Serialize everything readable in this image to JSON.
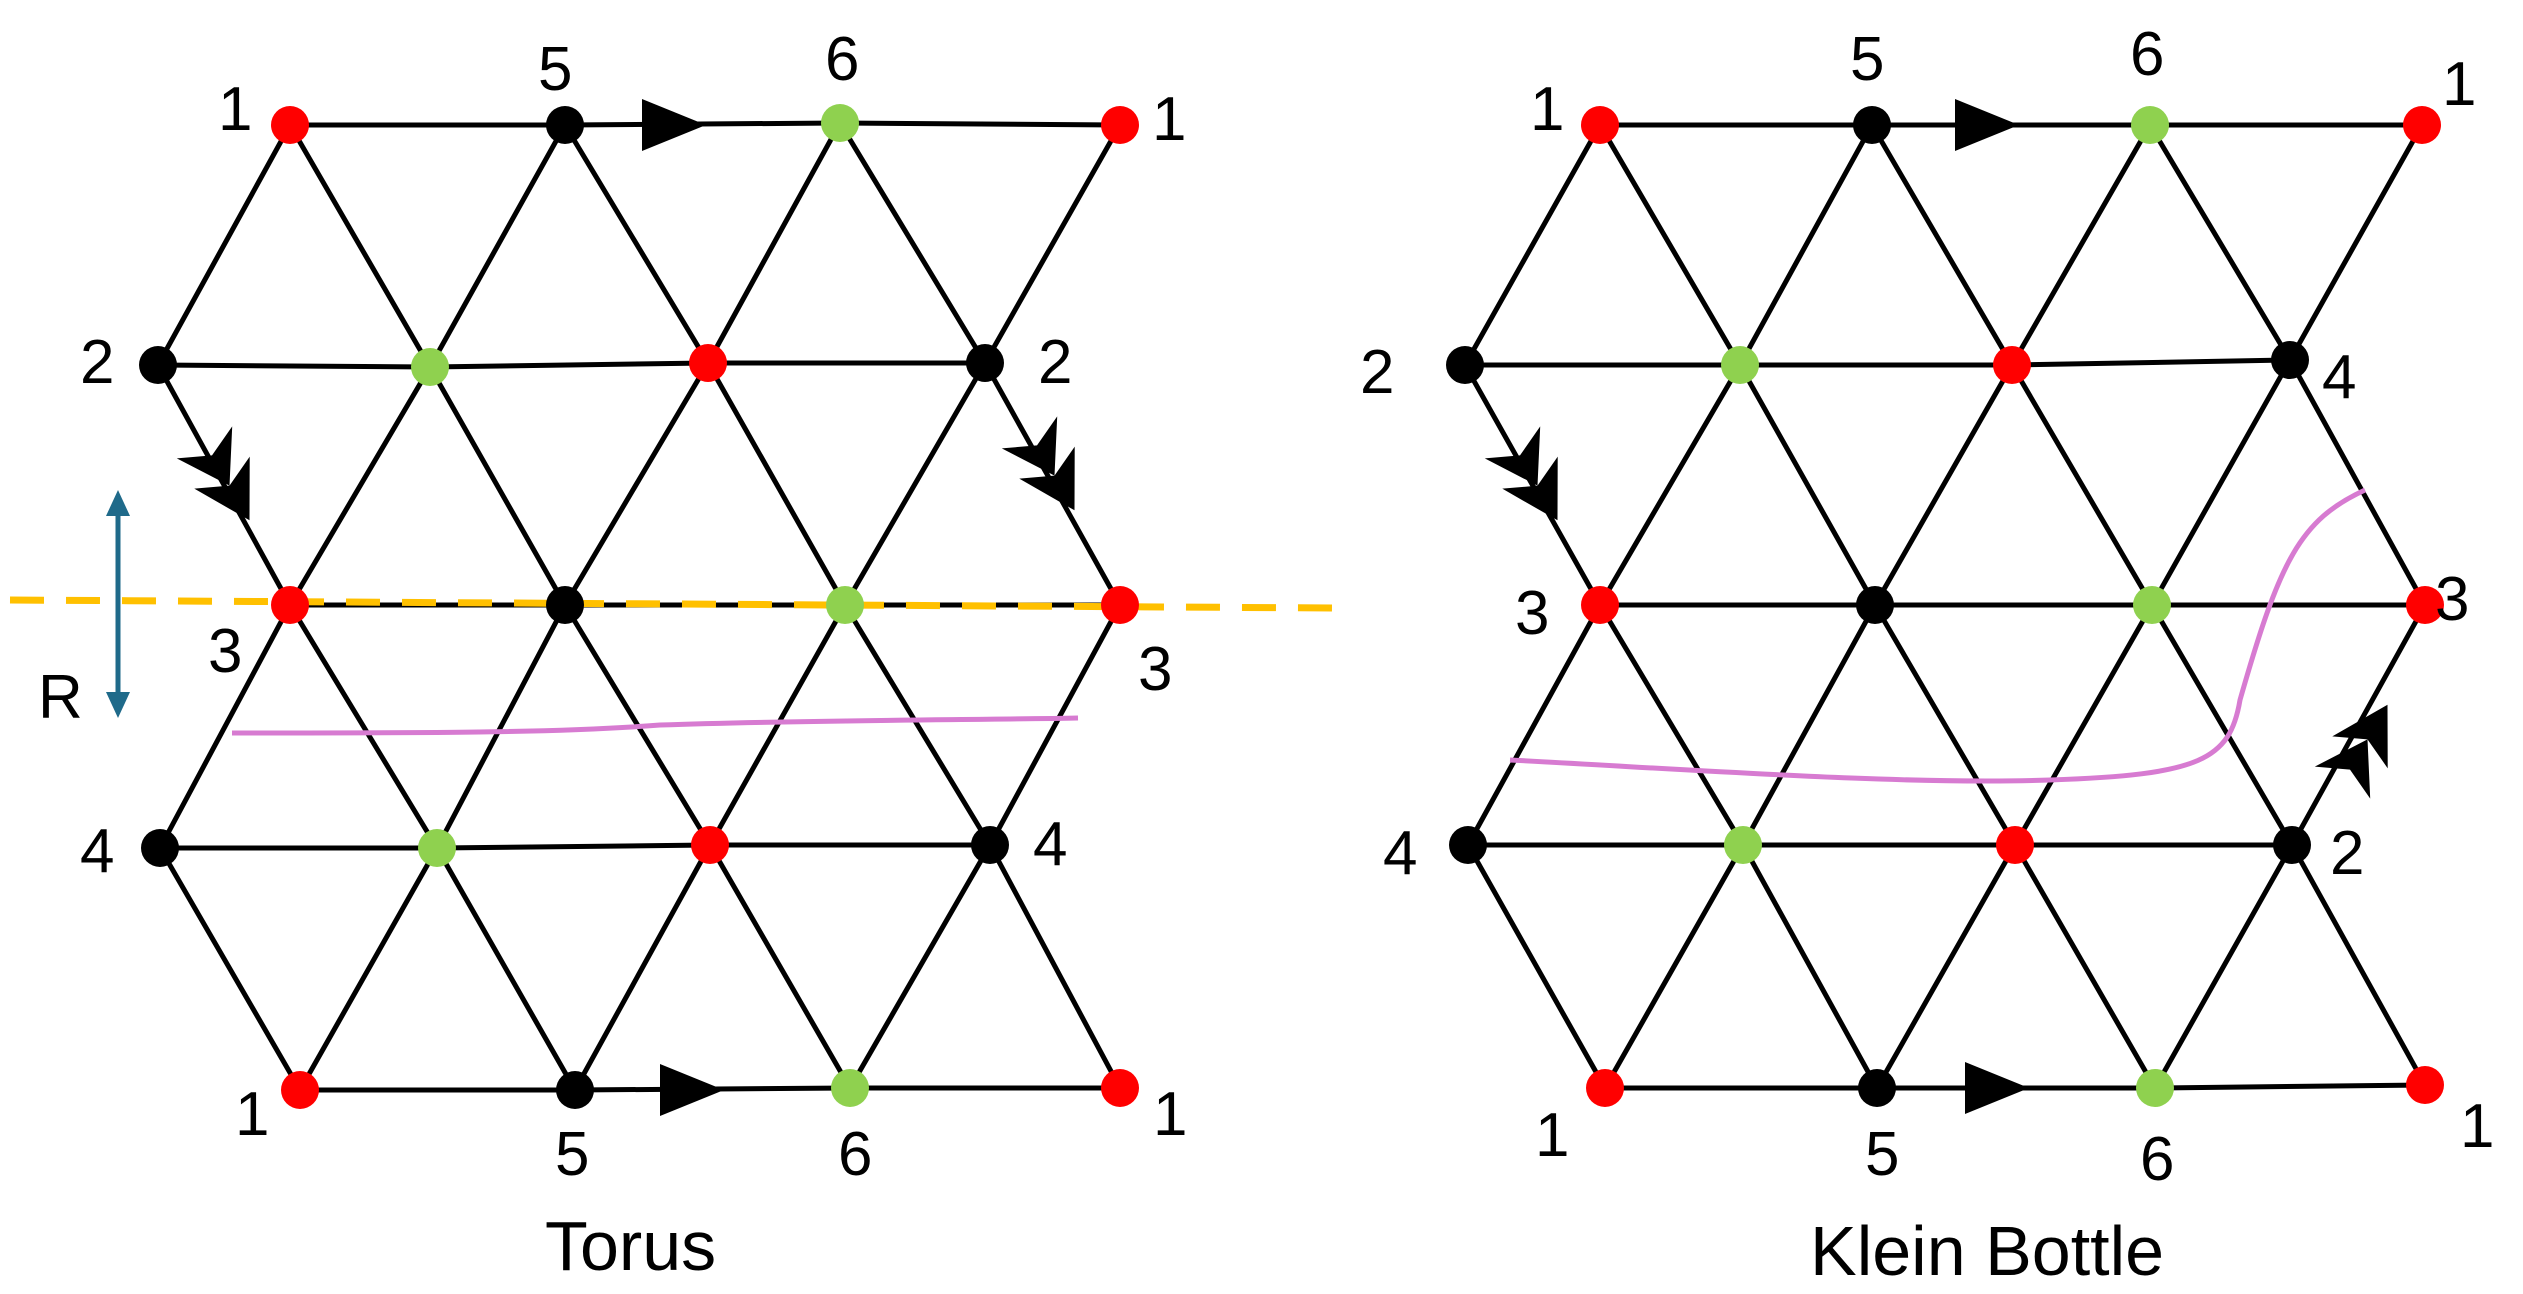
{
  "colors": {
    "edge": "#000000",
    "red": "#ff0000",
    "green": "#8fd14f",
    "black": "#000000",
    "cut": "#ffc000",
    "loop": "#d77bd1",
    "range_arrow": "#1f6a8a"
  },
  "torus": {
    "caption": "Torus",
    "range_label": "R",
    "labels": [
      "1",
      "5",
      "6",
      "1",
      "2",
      "2",
      "3",
      "3",
      "4",
      "4",
      "1",
      "5",
      "6",
      "1"
    ]
  },
  "klein": {
    "caption": "Klein Bottle",
    "labels": [
      "1",
      "5",
      "6",
      "1",
      "2",
      "4",
      "3",
      "3",
      "4",
      "2",
      "1",
      "5",
      "6",
      "1"
    ]
  }
}
